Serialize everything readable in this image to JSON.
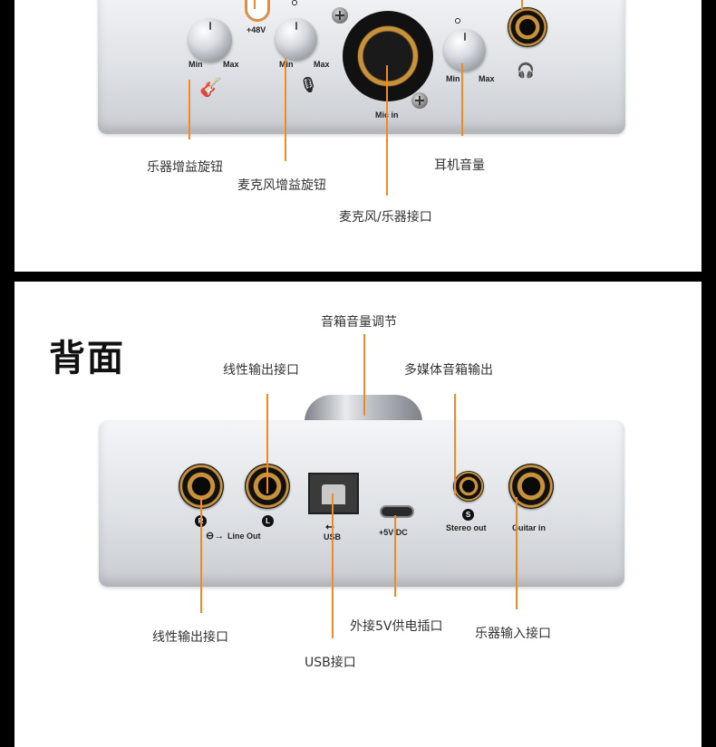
{
  "front": {
    "labels": {
      "phantom": "+48V",
      "min": "Min",
      "max": "Max",
      "mic_in": "Mic in"
    },
    "captions": {
      "instrument_gain": "乐器增益旋钮",
      "mic_gain": "麦克风增益旋钮",
      "mic_instrument_input": "麦克风/乐器接口",
      "headphone_volume": "耳机音量"
    }
  },
  "back": {
    "title": "背面",
    "labels": {
      "r": "R",
      "l": "L",
      "line_out": "Line Out",
      "usb": "USB",
      "dc": "+5V DC",
      "s": "S",
      "stereo_out": "Stereo out",
      "guitar_in": "Guitar in"
    },
    "captions": {
      "speaker_volume": "音箱音量调节",
      "line_out_top": "线性输出接口",
      "multimedia_out": "多媒体音箱输出",
      "line_out_bottom": "线性输出接口",
      "dc_power": "外接5V供电插口",
      "instrument_input": "乐器输入接口",
      "usb_port": "USB接口"
    }
  },
  "colors": {
    "accent": "#f08a24",
    "panel_bg": "#ffffff",
    "frame": "#000000"
  }
}
